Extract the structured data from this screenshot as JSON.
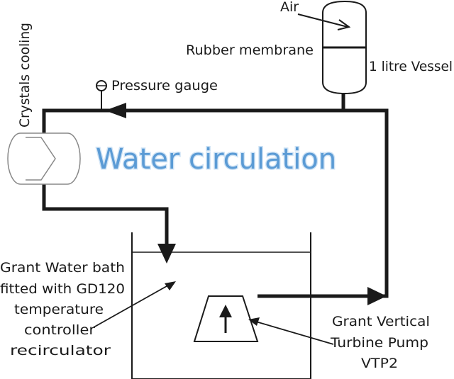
{
  "title": "Water circulation",
  "labels": {
    "air": "Air",
    "rubber_membrane": "Rubber membrane",
    "vessel": "1 litre Vessel",
    "pressure_gauge": "Pressure gauge",
    "crystals_cooling": "Crystals cooling",
    "bath": [
      "Grant Water bath",
      "fitted with GD120",
      "temperature",
      "controller",
      "recirculator"
    ],
    "pump": [
      "Grant Vertical",
      "Turbine Pump",
      "VTP2"
    ]
  },
  "colors": {
    "title": "#5b9bd5",
    "line": "#1a1a1a",
    "heat_exchanger": "#888888"
  }
}
